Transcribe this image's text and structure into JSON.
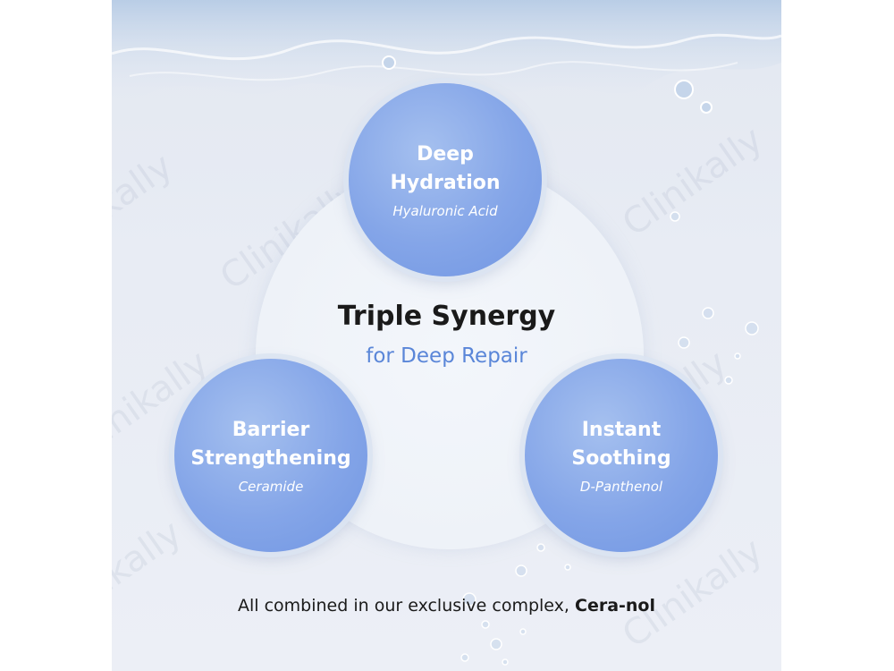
{
  "headline": {
    "title": "Triple Synergy",
    "subtitle": "for Deep Repair"
  },
  "nodes": [
    {
      "title_line1": "Deep",
      "title_line2": "Hydration",
      "ingredient": "Hyaluronic Acid"
    },
    {
      "title_line1": "Barrier",
      "title_line2": "Strengthening",
      "ingredient": "Ceramide"
    },
    {
      "title_line1": "Instant",
      "title_line2": "Soothing",
      "ingredient": "D-Panthenol"
    }
  ],
  "footer": {
    "text": "All combined in our exclusive complex,",
    "highlight": "Cera-nol"
  },
  "watermark": "Clinikally",
  "colors": {
    "accent": "#5a86d8",
    "node_fill": "#84a5e8",
    "headline": "#1a1a1a"
  }
}
